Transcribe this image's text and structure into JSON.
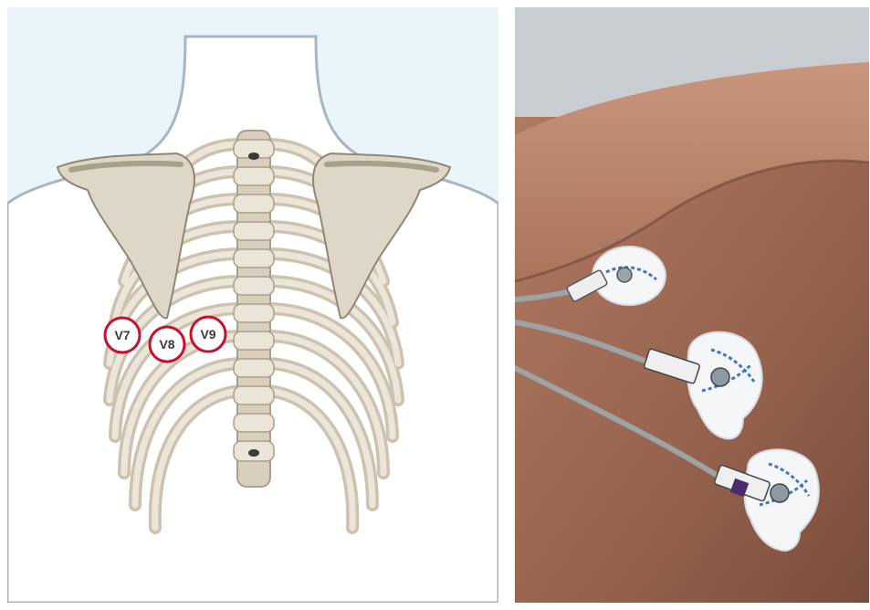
{
  "illustration": {
    "leads": [
      {
        "label": "V7"
      },
      {
        "label": "V8"
      },
      {
        "label": "V9"
      }
    ]
  },
  "photo": {
    "electrode_count": 3
  },
  "colors": {
    "background": "#e9f4fb",
    "body": "#ffffff",
    "bone": "#ded6c6",
    "lead_ring": "#c8102e",
    "skin": "#9c6a55"
  }
}
